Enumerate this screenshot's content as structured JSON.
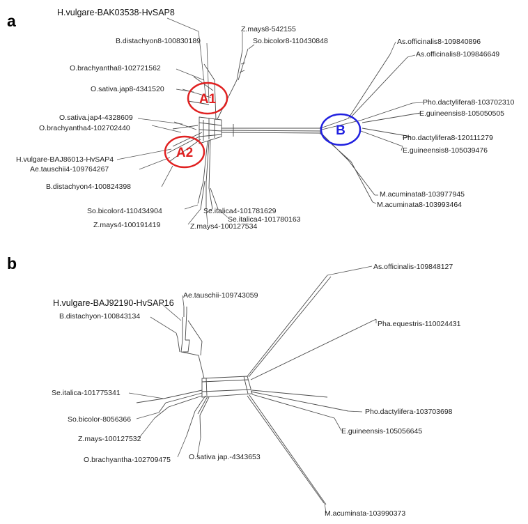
{
  "panel_a": {
    "label": "a",
    "taxa": [
      "H.vulgare-BAK03538-HvSAP8",
      "B.distachyon8-100830189",
      "Z.mays8-542155",
      "So.bicolor8-110430848",
      "O.brachyantha8-102721562",
      "O.sativa.jap8-4341520",
      "O.sativa.jap4-4328609",
      "O.brachyantha4-102702440",
      "H.vulgare-BAJ86013-HvSAP4",
      "Ae.tauschii4-109764267",
      "B.distachyon4-100824398",
      "So.bicolor4-110434904",
      "Se.italica4-101781629",
      "Se.italica4-101780163",
      "Z.mays4-100191419",
      "Z.mays4-100127534",
      "As.officinalis8-109840896",
      "As.officinalis8-109846649",
      "Pho.dactylifera8-103702310",
      "E.guineensis8-105050505",
      "Pho.dactylifera8-120111279",
      "E.guineensis8-105039476",
      "M.acuminata8-103977945",
      "M.acuminata8-103993464"
    ],
    "clades": [
      {
        "label": "A1",
        "color": "#e02020"
      },
      {
        "label": "A2",
        "color": "#e02020"
      },
      {
        "label": "B",
        "color": "#2020e0"
      }
    ]
  },
  "panel_b": {
    "label": "b",
    "taxa": [
      "H.vulgare-BAJ92190-HvSAP16",
      "Ae.tauschii-109743059",
      "B.distachyon-100843134",
      "As.officinalis-109848127",
      "Pha.equestris-110024431",
      "Se.italica-101775341",
      "So.bicolor-8056366",
      "Z.mays-100127532",
      "O.brachyantha-102709475",
      "O.sativa jap.-4343653",
      "Pho.dactylifera-103703698",
      "E.guineensis-105056645",
      "M.acuminata-103990373"
    ]
  }
}
